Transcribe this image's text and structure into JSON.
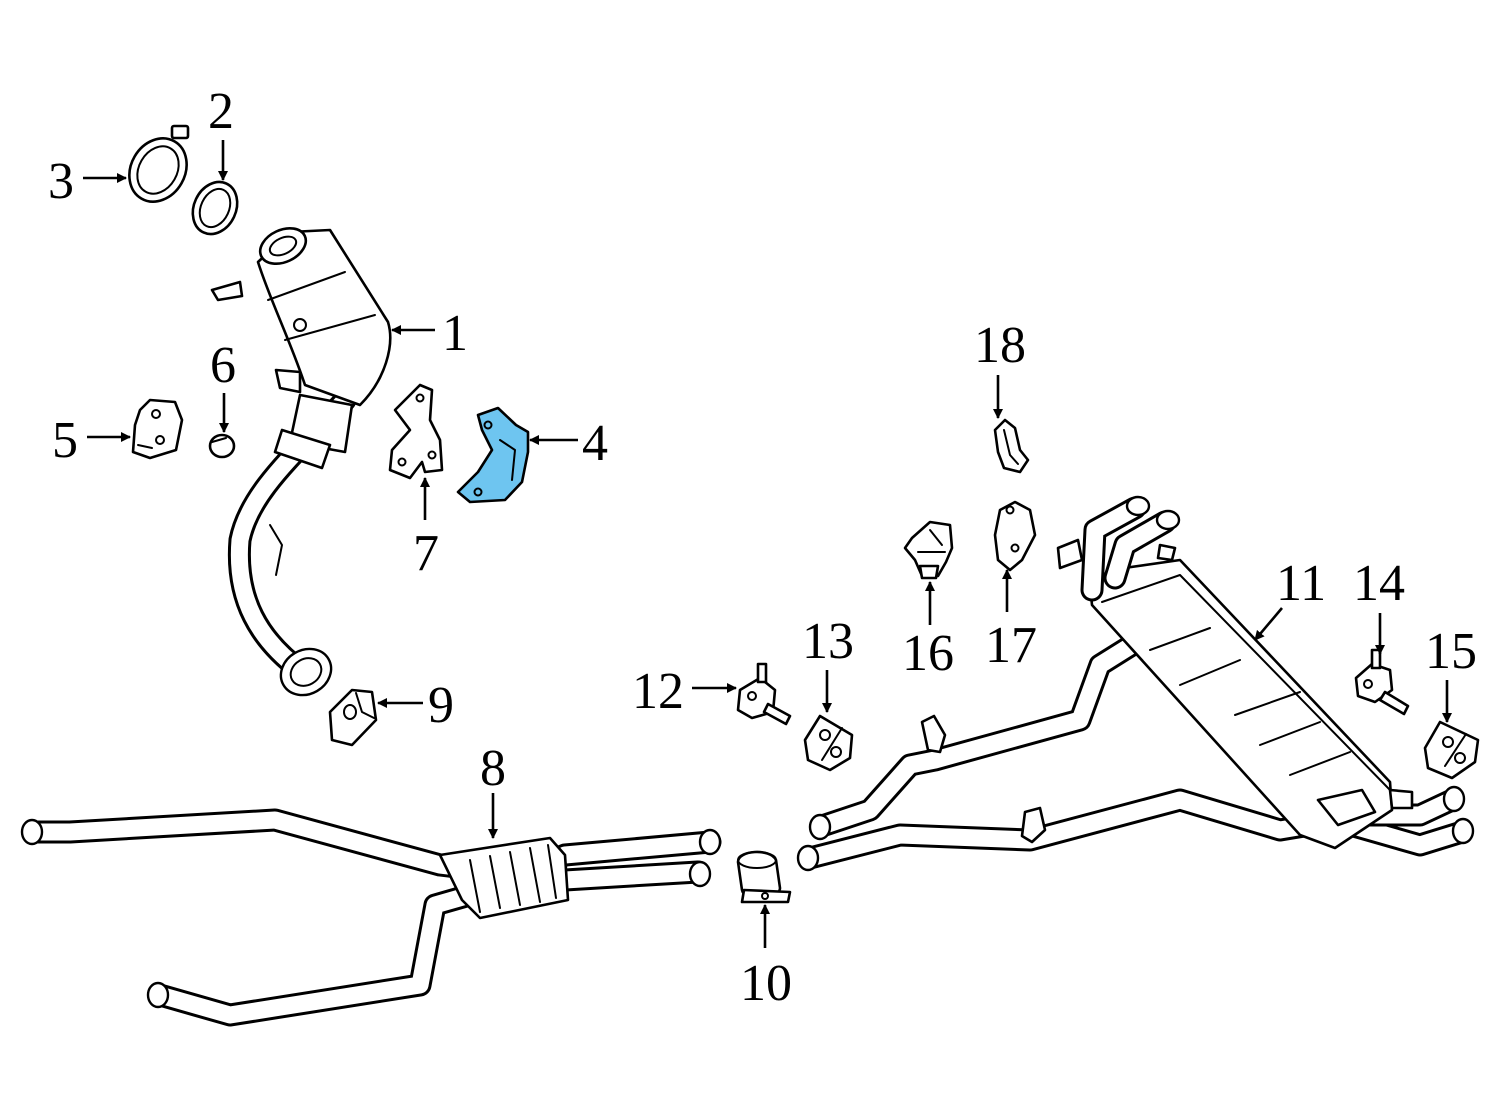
{
  "colors": {
    "highlight": "#6ec5f0",
    "line": "#000000",
    "background": "#ffffff"
  },
  "callouts": [
    {
      "id": "1",
      "text": "1"
    },
    {
      "id": "2",
      "text": "2"
    },
    {
      "id": "3",
      "text": "3"
    },
    {
      "id": "4",
      "text": "4"
    },
    {
      "id": "5",
      "text": "5"
    },
    {
      "id": "6",
      "text": "6"
    },
    {
      "id": "7",
      "text": "7"
    },
    {
      "id": "8",
      "text": "8"
    },
    {
      "id": "9",
      "text": "9"
    },
    {
      "id": "10",
      "text": "10"
    },
    {
      "id": "11",
      "text": "11"
    },
    {
      "id": "12",
      "text": "12"
    },
    {
      "id": "13",
      "text": "13"
    },
    {
      "id": "14",
      "text": "14"
    },
    {
      "id": "15",
      "text": "15"
    },
    {
      "id": "16",
      "text": "16"
    },
    {
      "id": "17",
      "text": "17"
    },
    {
      "id": "18",
      "text": "18"
    }
  ],
  "highlighted_part": "4"
}
